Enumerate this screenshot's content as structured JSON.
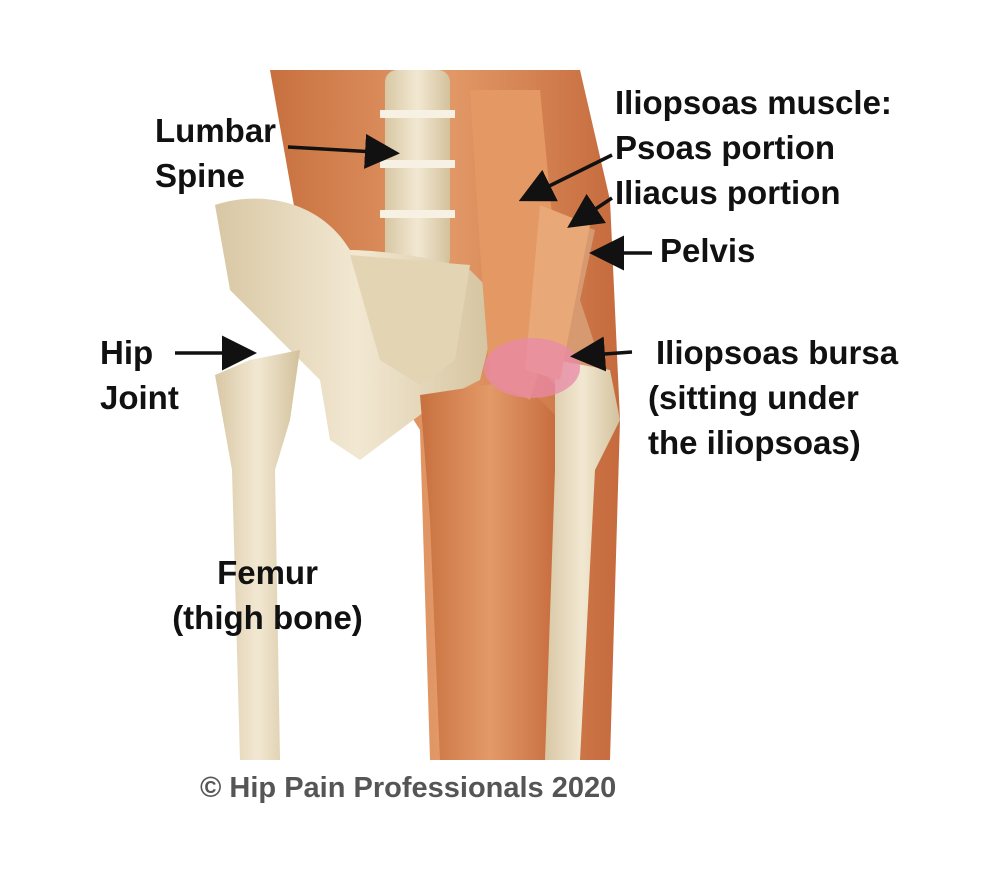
{
  "labels": {
    "lumbar_spine": [
      "Lumbar",
      "Spine"
    ],
    "iliopsoas": [
      "Iliopsoas muscle:",
      "Psoas portion",
      "Iliacus portion"
    ],
    "pelvis": "Pelvis",
    "hip_joint": [
      "Hip",
      "Joint"
    ],
    "bursa": [
      "Iliopsoas bursa",
      "(sitting under",
      "the iliopsoas)"
    ],
    "femur": [
      "Femur",
      "(thigh bone)"
    ]
  },
  "copyright": "© Hip Pain Professionals 2020",
  "colors": {
    "bone": "#e9dcc0",
    "muscle": "#d98a5a",
    "bursa": "#e98aa8",
    "text": "#111111",
    "copyright": "#555555"
  }
}
